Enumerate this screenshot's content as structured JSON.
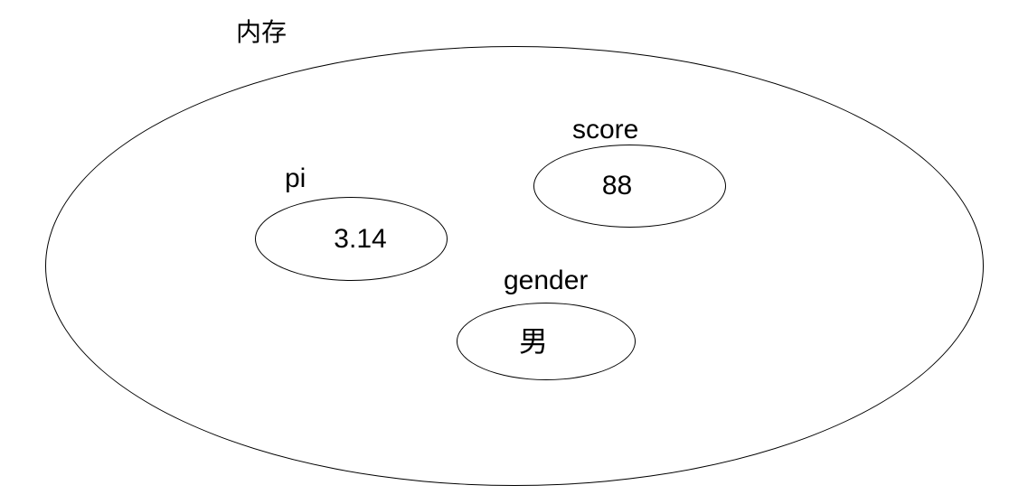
{
  "canvas": {
    "background_color": "#ffffff",
    "stroke_color": "#000000",
    "text_color": "#000000"
  },
  "diagram": {
    "type": "memory-variables-euler-diagram",
    "container_label": "内存",
    "variables": [
      {
        "name": "pi",
        "value": "3.14"
      },
      {
        "name": "score",
        "value": "88"
      },
      {
        "name": "gender",
        "value": "男"
      }
    ]
  }
}
